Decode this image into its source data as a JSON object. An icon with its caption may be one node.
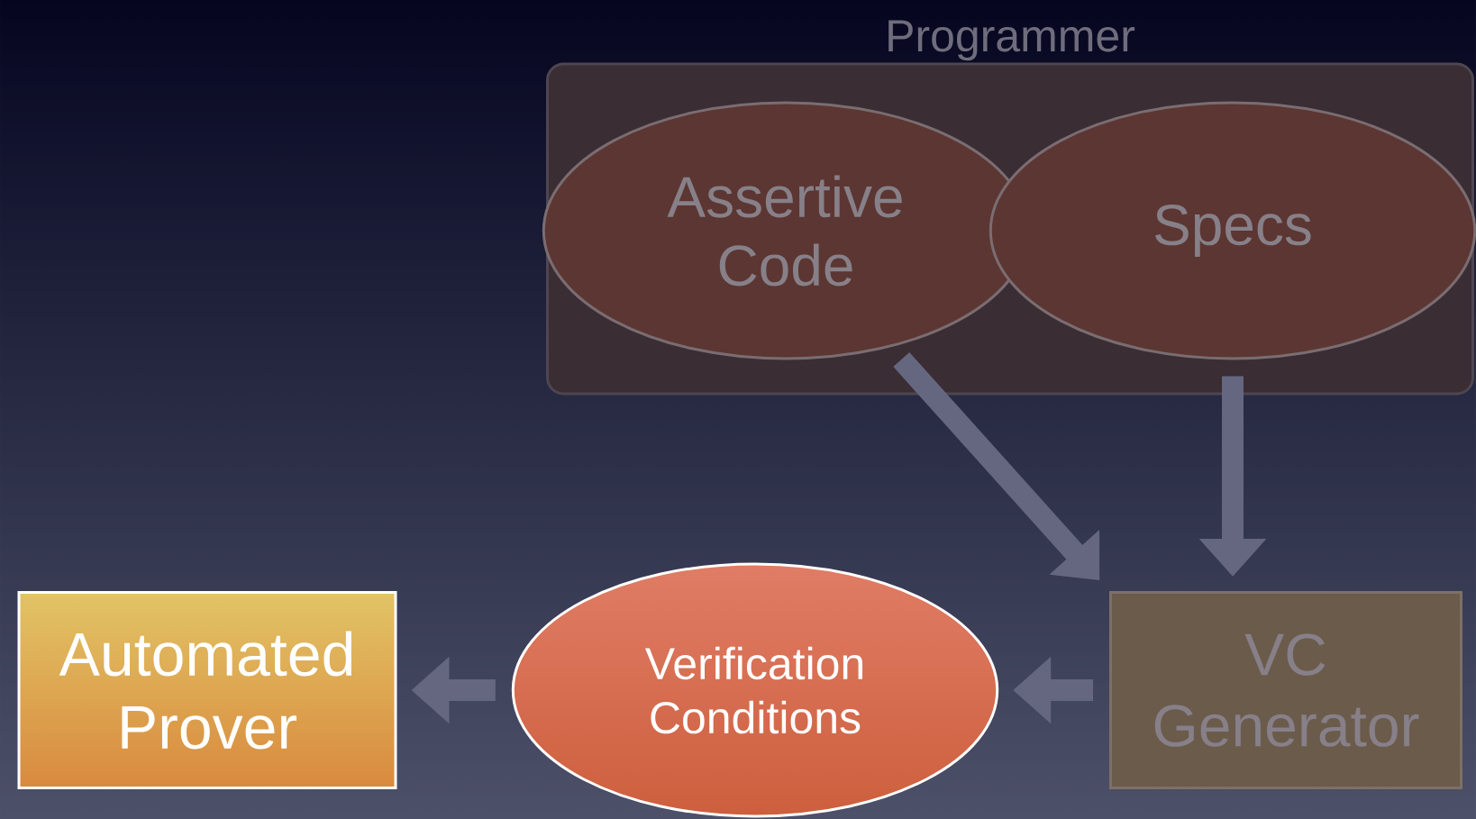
{
  "diagram": {
    "nodes": [
      {
        "text": [
          "Programmer"
        ]
      },
      {
        "text": [
          "Assertive Code"
        ],
        "in": 0
      },
      {
        "text": [
          "Specs"
        ],
        "in": 0
      },
      {
        "text": [
          "VC Generator"
        ]
      },
      {
        "text": [
          "Verification Conditions"
        ]
      },
      {
        "text": [
          "Automated Prover"
        ]
      }
    ],
    "edges": [
      {
        "from": 1,
        "to": 3,
        "arrow": "to"
      },
      {
        "from": 2,
        "to": 3,
        "arrow": "to"
      },
      {
        "from": 3,
        "to": 4,
        "arrow": "to"
      },
      {
        "from": 4,
        "to": 5,
        "arrow": "to"
      }
    ]
  }
}
